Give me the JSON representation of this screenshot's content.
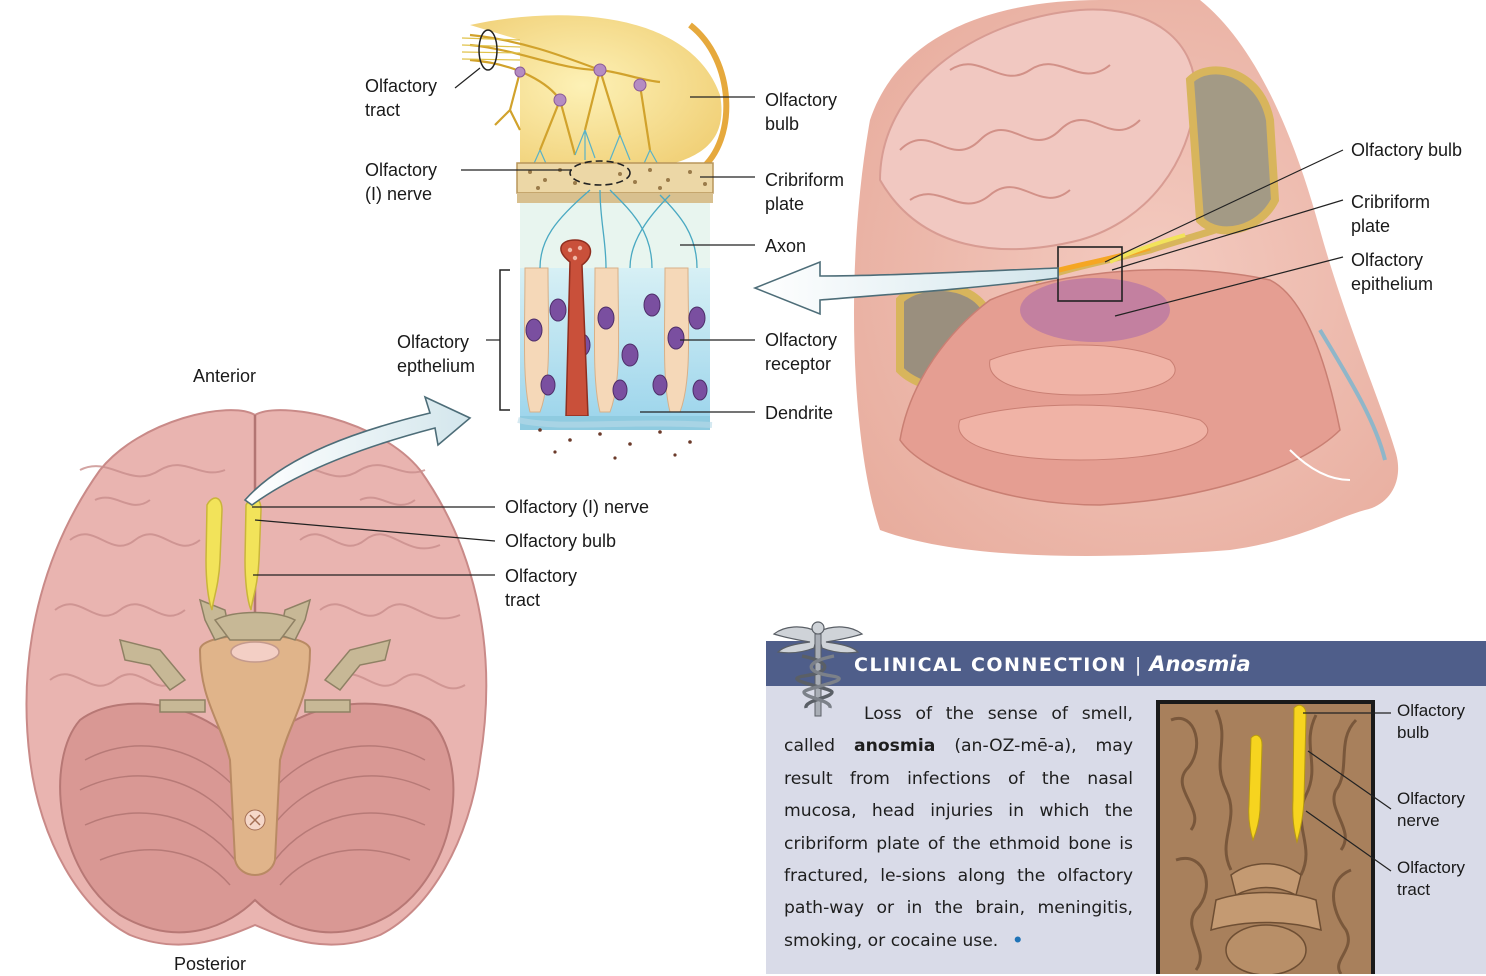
{
  "orientation": {
    "anterior": "Anterior",
    "posterior": "Posterior"
  },
  "epithelium_detail_labels": {
    "olfactory_tract": [
      "Olfactory",
      "tract"
    ],
    "olfactory_bulb": [
      "Olfactory",
      "bulb"
    ],
    "olfactory_nerve": [
      "Olfactory",
      "(I) nerve"
    ],
    "cribriform_plate": [
      "Cribriform",
      "plate"
    ],
    "axon": "Axon",
    "olfactory_epithelium": [
      "Olfactory",
      "epthelium"
    ],
    "olfactory_receptor": [
      "Olfactory",
      "receptor"
    ],
    "dendrite": "Dendrite"
  },
  "brain_labels": {
    "olfactory_nerve": "Olfactory (I) nerve",
    "olfactory_bulb": "Olfactory bulb",
    "olfactory_tract": [
      "Olfactory",
      "tract"
    ]
  },
  "sagittal_labels": {
    "olfactory_bulb": "Olfactory bulb",
    "cribriform_plate": [
      "Cribriform",
      "plate"
    ],
    "olfactory_epithelium": [
      "Olfactory",
      "epithelium"
    ]
  },
  "clinical_connection": {
    "heading": "CLINICAL CONNECTION",
    "separator": "|",
    "topic": "Anosmia",
    "text_before": "Loss of the sense of smell, called ",
    "term": "anosmia",
    "text_after": " (an-OZ-mē-a), may result from infections of the nasal mucosa, head injuries in which the cribriform plate of the ethmoid bone is fractured, le-sions along the olfactory path-way or in the brain, meningitis, smoking, or cocaine use.",
    "bullet": "•",
    "photo_labels": {
      "olfactory_bulb": [
        "Olfactory",
        "bulb"
      ],
      "olfactory_nerve": [
        "Olfactory",
        "nerve"
      ],
      "olfactory_tract": [
        "Olfactory",
        "tract"
      ]
    }
  },
  "colors": {
    "header_bar": "#4f5e8a",
    "box_background": "#d9dbe8",
    "bulb_yellow": "#f2e35a",
    "brain_pink": "#e8b0ac",
    "epithelium_blue": "#a9dbee",
    "receptor_purple": "#7a4fa0"
  },
  "icons": [
    "caduceus-icon",
    "arrow-icon"
  ]
}
